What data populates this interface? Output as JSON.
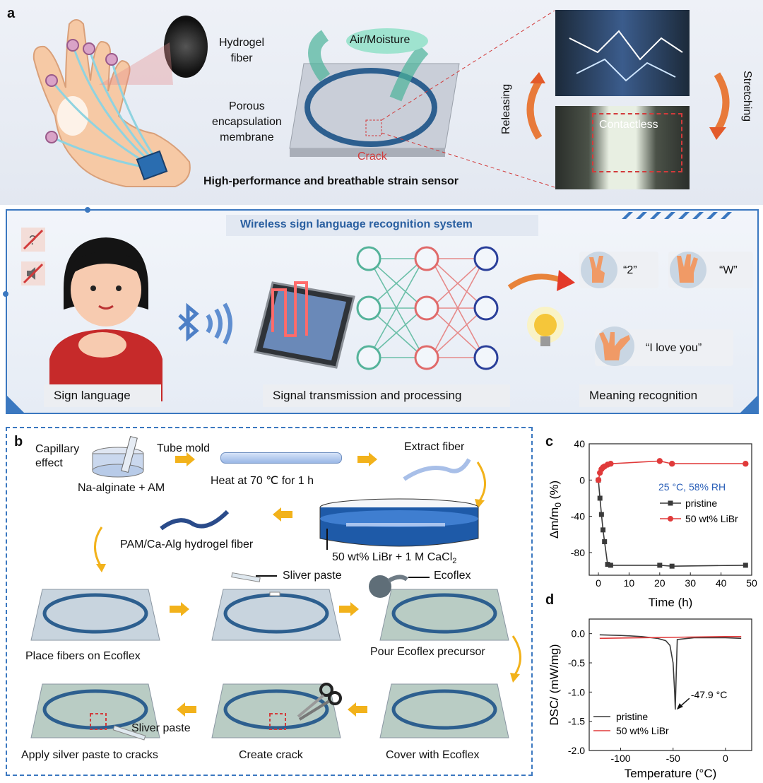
{
  "panel_a": {
    "letter": "a",
    "hydrogel_fiber": [
      "Hydrogel",
      "fiber"
    ],
    "porous_membrane": [
      "Porous",
      "encapsulation",
      "membrane"
    ],
    "air_moisture": "Air/Moisture",
    "crack": "Crack",
    "contactless": "Contactless",
    "releasing": "Releasing",
    "stretching": "Stretching",
    "caption": "High-performance and breathable strain sensor"
  },
  "wireless": {
    "title": "Wireless sign language recognition system",
    "sign_language": "Sign language",
    "signal": "Signal transmission and processing",
    "meaning": "Meaning recognition",
    "quote_2": "“2”",
    "quote_w": "“W”",
    "quote_love": "“I love you”"
  },
  "panel_b": {
    "letter": "b",
    "capillary": [
      "Capillary",
      "effect"
    ],
    "tube_mold": "Tube mold",
    "na_alginate": "Na-alginate + AM",
    "heat": "Heat at 70 ℃ for 1 h",
    "extract": "Extract fiber",
    "pam": "PAM/Ca-Alg hydrogel fiber",
    "solution": "50 wt% LiBr + 1 M CaCl",
    "solution_sub": "2",
    "sliver_paste_1": "Sliver paste",
    "ecoflex": "Ecoflex",
    "place": "Place fibers on Ecoflex",
    "pour": "Pour Ecoflex precursor",
    "sliver_paste_2": "Sliver paste",
    "apply": "Apply silver paste to cracks",
    "create": "Create crack",
    "cover": "Cover with Ecoflex"
  },
  "colors": {
    "pristine": "#3a3a3a",
    "libr": "#e03a3a",
    "accent_blue": "#3b78c0",
    "arrow_yellow": "#f2b21b"
  },
  "chart_data": [
    {
      "panel": "c",
      "type": "line",
      "xlabel": "Time (h)",
      "ylabel_main": "Δm/m",
      "ylabel_sub": "0",
      "ylabel_unit": " (%)",
      "annotation": "25 °C, 58% RH",
      "xlim": [
        -3,
        50
      ],
      "ylim": [
        -105,
        40
      ],
      "xticks": [
        0,
        10,
        20,
        30,
        40,
        50
      ],
      "yticks": [
        40,
        0,
        -40,
        -80
      ],
      "legend_position": "center-right",
      "series": [
        {
          "name": "pristine",
          "marker": "square",
          "color": "#3a3a3a",
          "x": [
            0,
            0.5,
            1,
            1.5,
            2,
            3,
            4,
            20,
            24,
            48
          ],
          "y": [
            0,
            -20,
            -38,
            -55,
            -68,
            -93,
            -94,
            -94,
            -95,
            -94
          ]
        },
        {
          "name": "50 wt% LiBr",
          "marker": "circle",
          "color": "#e03a3a",
          "x": [
            0,
            0.5,
            1,
            1.5,
            2,
            3,
            4,
            20,
            24,
            48
          ],
          "y": [
            0,
            8,
            12,
            14,
            15,
            17,
            18,
            21,
            18,
            18
          ]
        }
      ]
    },
    {
      "panel": "d",
      "type": "line",
      "xlabel": "Temperature (°C)",
      "ylabel": "DSC/ (mW/mg)",
      "xlim": [
        -130,
        25
      ],
      "ylim": [
        -2.0,
        0.25
      ],
      "xticks": [
        -100,
        -50,
        0
      ],
      "yticks": [
        0.0,
        -0.5,
        -1.0,
        -1.5,
        -2.0
      ],
      "ytick_labels": [
        "0.0",
        "-0.5",
        "-1.0",
        "-1.5",
        "-2.0"
      ],
      "annotation": "-47.9 °C",
      "legend_position": "bottom-left",
      "series": [
        {
          "name": "pristine",
          "color": "#3a3a3a",
          "x": [
            -120,
            -100,
            -80,
            -65,
            -57,
            -53,
            -50,
            -48.5,
            -47.9,
            -47,
            -46,
            -30,
            0,
            15
          ],
          "y": [
            -0.02,
            -0.03,
            -0.05,
            -0.08,
            -0.12,
            -0.2,
            -0.5,
            -1.0,
            -1.3,
            -0.7,
            -0.1,
            -0.07,
            -0.07,
            -0.08
          ]
        },
        {
          "name": "50 wt% LiBr",
          "color": "#e03a3a",
          "x": [
            -120,
            -80,
            -40,
            0,
            15
          ],
          "y": [
            -0.08,
            -0.07,
            -0.06,
            -0.05,
            -0.05
          ]
        }
      ]
    }
  ]
}
